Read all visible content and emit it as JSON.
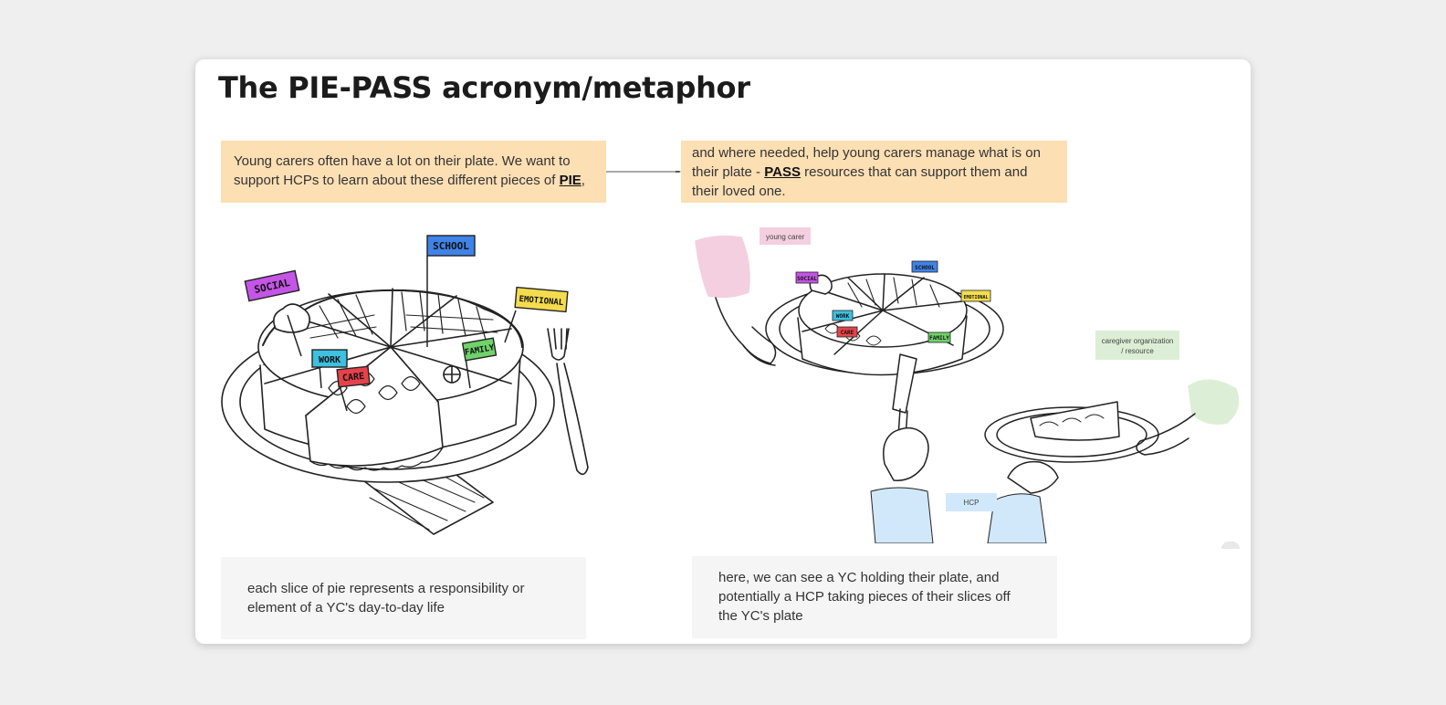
{
  "board": {
    "title": "The PIE-PASS acronym/metaphor"
  },
  "notes": {
    "left": {
      "text_before": "Young carers often have a lot on their plate. We want to support HCPs to learn about these different pieces of ",
      "keyword": "PIE",
      "text_after": ","
    },
    "right": {
      "text_before": "and where needed, help young carers manage what is on their plate -  ",
      "keyword": "PASS",
      "text_after": "  resources that can support them and their loved one."
    }
  },
  "captions": {
    "left": "each slice of pie represents a responsibility or element of a YC's day-to-day life",
    "right": "here, we can see a YC holding their plate, and potentially a HCP taking pieces of their slices off the YC's plate"
  },
  "pie_flags": {
    "social": "SOCIAL",
    "school": "SCHOOL",
    "emotional": "EMOTIONAL",
    "work": "WORK",
    "care": "CARE",
    "family": "FAMILY"
  },
  "stickies": {
    "young_carer": "young carer",
    "caregiver_org_line1": "caregiver organization",
    "caregiver_org_line2": "/ resource",
    "hcp": "HCP"
  },
  "colors": {
    "note_orange": "#fddfb4",
    "caption_gray": "#f5f5f5",
    "social": "#c455e6",
    "school": "#3f83e8",
    "emotional": "#f4dc4e",
    "work": "#3ec0e0",
    "care": "#e6424a",
    "family": "#6fd36a",
    "young_carer_pink": "#f4cfdf",
    "caregiver_green": "#dcefd6",
    "hcp_blue": "#d1e8fb"
  }
}
